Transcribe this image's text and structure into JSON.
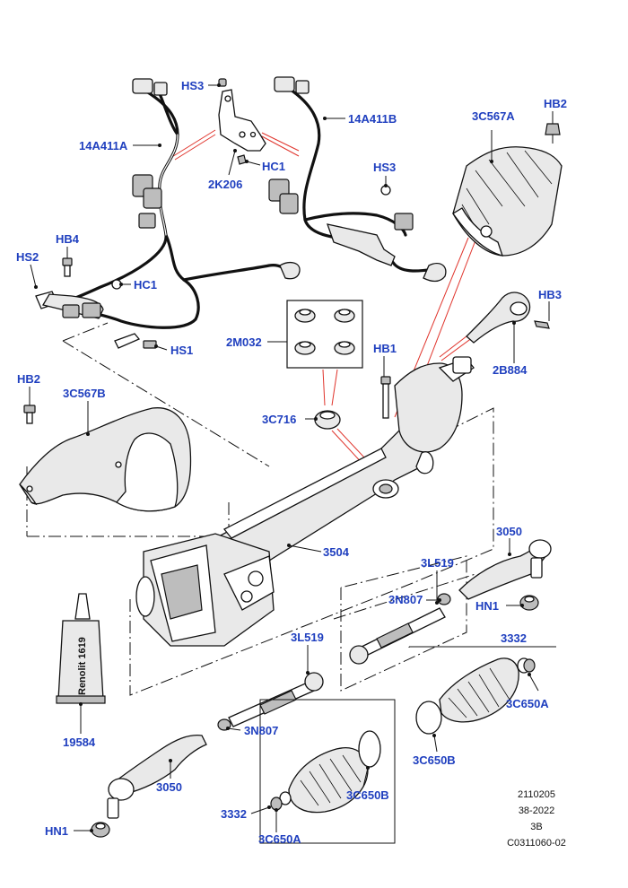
{
  "labels": {
    "hs3_top": "HS3",
    "harness_left": "14A411A",
    "harness_right": "14A411B",
    "hc1_top": "HC1",
    "bracket": "2K206",
    "hs3_right": "HS3",
    "shield_top": "3C567A",
    "hb2_top": "HB2",
    "hs2": "HS2",
    "hb4": "HB4",
    "hc1_left": "HC1",
    "hs1": "HS1",
    "hb3": "HB3",
    "bushing_kit": "2M032",
    "hb1": "HB1",
    "support": "2B884",
    "hb2_left": "HB2",
    "shield_left": "3C567B",
    "bushing": "3C716",
    "gear": "3504",
    "tie_rod_end_right": "3050",
    "inner_tie_rod_right": "3L519",
    "nut_right": "3N807",
    "hn1_right": "HN1",
    "inner_tie_rod_left": "3L519",
    "boot_right": "3332",
    "clamp_right_top": "3C650A",
    "clamp_right_bottom": "3C650B",
    "grease": "19584",
    "nut_left": "3N807",
    "tie_rod_end_left": "3050",
    "boot_left": "3332",
    "clamp_left_top": "3C650B",
    "hn1_left": "HN1",
    "clamp_left_bottom": "3C650A"
  },
  "tube_text": "Renolit 1619",
  "reference": {
    "line1": "2110205",
    "line2": "38-2022",
    "line3": "3B",
    "line4": "C0311060-02"
  },
  "colors": {
    "label": "#1f3fbf",
    "leader_red": "#e0342c",
    "outline": "#111111"
  }
}
